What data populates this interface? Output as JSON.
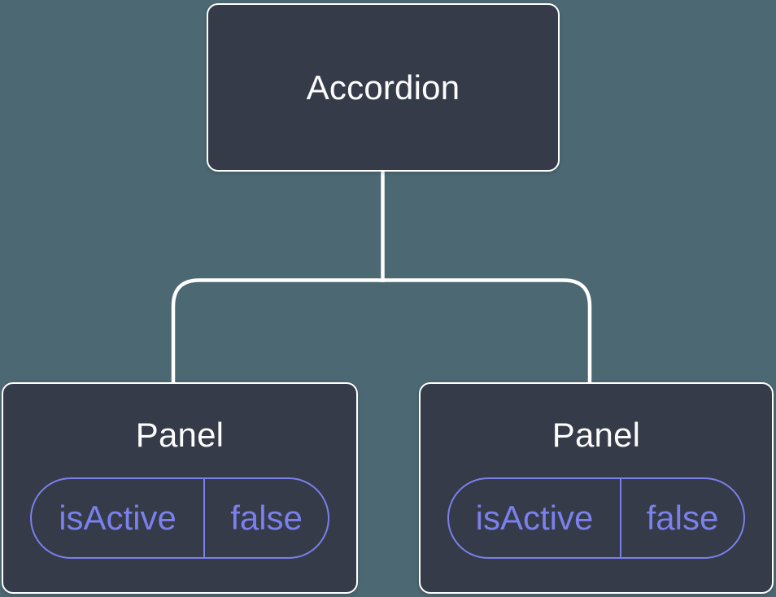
{
  "diagram": {
    "root": {
      "label": "Accordion"
    },
    "children": [
      {
        "label": "Panel",
        "state": {
          "name": "isActive",
          "value": "false"
        }
      },
      {
        "label": "Panel",
        "state": {
          "name": "isActive",
          "value": "false"
        }
      }
    ]
  },
  "colors": {
    "background": "#4C6872",
    "node_fill": "#353B48",
    "node_border": "#FFFFFF",
    "node_text": "#FDFDFD",
    "connector": "#FFFFFF",
    "state_accent": "#7A80EC"
  }
}
